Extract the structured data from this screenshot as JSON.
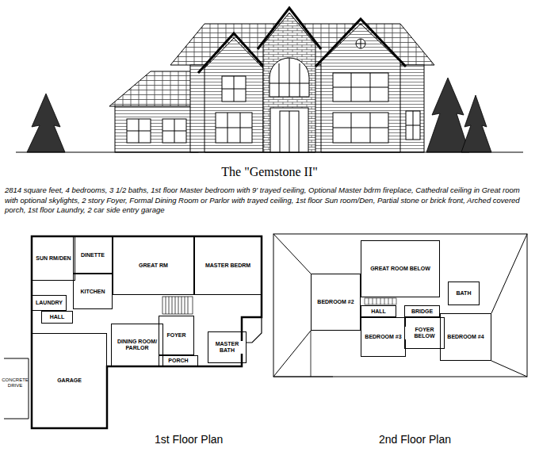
{
  "diagram": {
    "title": "The \"Gemstone II\"",
    "caption": "2814 square feet, 4 bedrooms, 3 1/2 baths, 1st floor Master bedroom with 9' trayed ceiling, Optional Master bdrm fireplace, Cathedral ceiling in Great room with optional skylights, 2 story Foyer, Formal Dining Room or Parlor with trayed ceiling, 1st floor Sun room/Den, Partial stone or brick front, Arched covered porch, 1st floor Laundry, 2 car side entry garage",
    "nodes": [
      {
        "text": [
          "SUN RM/DEN"
        ]
      },
      {
        "text": [
          "DINETTE"
        ]
      },
      {
        "text": [
          "GREAT RM"
        ]
      },
      {
        "text": [
          "MASTER BEDRM"
        ]
      },
      {
        "text": [
          "KITCHEN"
        ]
      },
      {
        "text": [
          "LAUNDRY"
        ]
      },
      {
        "text": [
          "HALL"
        ]
      },
      {
        "text": [
          "DINING ROOM/ PARLOR"
        ]
      },
      {
        "text": [
          "FOYER"
        ]
      },
      {
        "text": [
          "PORCH"
        ]
      },
      {
        "text": [
          "MASTER BATH"
        ]
      },
      {
        "text": [
          "GARAGE"
        ]
      },
      {
        "text": [
          "GREAT ROOM BELOW"
        ]
      },
      {
        "text": [
          "BEDROOM #2"
        ]
      },
      {
        "text": [
          "HALL"
        ]
      },
      {
        "text": [
          "BRIDGE"
        ]
      },
      {
        "text": [
          "BATH"
        ]
      },
      {
        "text": [
          "BEDROOM #3"
        ]
      },
      {
        "text": [
          "FOYER BELOW"
        ]
      },
      {
        "text": [
          "BEDROOM #4"
        ]
      }
    ],
    "labels": [
      "1st Floor Plan",
      "2nd Floor Plan",
      "CONCRETE DRIVE"
    ]
  }
}
